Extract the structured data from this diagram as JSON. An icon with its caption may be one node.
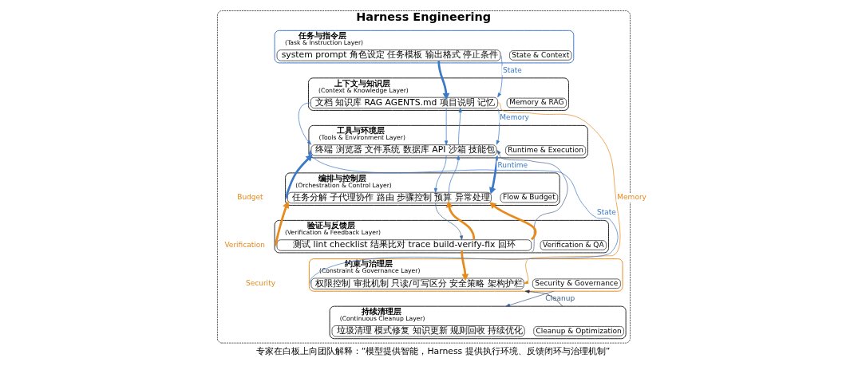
{
  "diagram": {
    "caption": "专家在白板上向团队解释：“模型提供智能，Harness 提供执行环境、反馈闭环与治理机制”",
    "nodes": [
      {
        "text": [
          "Harness Engineering"
        ]
      },
      {
        "text": [
          "任务与指令层",
          "(Task & Instruction Layer)"
        ],
        "in": 0
      },
      {
        "text": [
          "system prompt 角色设定 任务模板 输出格式 停止条件"
        ],
        "in": 1
      },
      {
        "text": [
          "State & Context"
        ],
        "in": 1
      },
      {
        "text": [
          "上下文与知识层",
          "(Context & Knowledge Layer)"
        ],
        "in": 0
      },
      {
        "text": [
          "文档 知识库 RAG AGENTS.md 项目说明 记忆"
        ],
        "in": 4
      },
      {
        "text": [
          "Memory & RAG"
        ],
        "in": 4
      },
      {
        "text": [
          "工具与环境层",
          "(Tools & Environment Layer)"
        ],
        "in": 0
      },
      {
        "text": [
          "终端 浏览器 文件系统 数据库 API 沙箱 技能包"
        ],
        "in": 7
      },
      {
        "text": [
          "Runtime & Execution"
        ],
        "in": 7
      },
      {
        "text": [
          "编排与控制层",
          "(Orchestration & Control Layer)"
        ],
        "in": 0
      },
      {
        "text": [
          "任务分解 子代理协作 路由 步骤控制 预算 异常处理"
        ],
        "in": 10
      },
      {
        "text": [
          "Flow & Budget"
        ],
        "in": 10
      },
      {
        "text": [
          "验证与反馈层",
          "(Verification & Feedback Layer)"
        ],
        "in": 0
      },
      {
        "text": [
          "测试 lint checklist 结果比对 trace build-verify-fix 回环"
        ],
        "in": 13
      },
      {
        "text": [
          "Verification & QA"
        ],
        "in": 13
      },
      {
        "text": [
          "约束与治理层",
          "(Constraint & Governance Layer)"
        ],
        "in": 0
      },
      {
        "text": [
          "权限控制 审批机制 只读/可写区分 安全策略 架构护栏"
        ],
        "in": 16
      },
      {
        "text": [
          "Security & Governance"
        ],
        "in": 16
      },
      {
        "text": [
          "持续清理层",
          "(Continuous Cleanup Layer)"
        ],
        "in": 0
      },
      {
        "text": [
          "垃圾清理 模式修复 知识更新 规则回收 持续优化"
        ],
        "in": 19
      },
      {
        "text": [
          "Cleanup & Optimization"
        ],
        "in": 19
      }
    ],
    "edges": [
      {
        "from": 2,
        "to": 5,
        "arrow": "to",
        "style": "thick"
      },
      {
        "from": 2,
        "to": 5,
        "arrow": "to",
        "label": "State"
      },
      {
        "from": 5,
        "to": 8,
        "arrow": "to"
      },
      {
        "from": 5,
        "to": 8,
        "arrow": "to"
      },
      {
        "from": 8,
        "to": 5,
        "arrow": "to"
      },
      {
        "from": 5,
        "to": 8,
        "arrow": "to",
        "label": "Memory"
      },
      {
        "from": 5,
        "to": 17,
        "arrow": "to",
        "label": "Memory",
        "color": "#e8891c"
      },
      {
        "from": 17,
        "to": 8,
        "arrow": "to",
        "label": "State"
      },
      {
        "from": 8,
        "to": 11,
        "arrow": "to"
      },
      {
        "from": 11,
        "to": 8,
        "arrow": "to"
      },
      {
        "from": 11,
        "to": 8,
        "arrow": "to",
        "style": "thick"
      },
      {
        "from": 8,
        "to": 11,
        "arrow": "to",
        "label": "Runtime",
        "style": "thick"
      },
      {
        "from": 14,
        "to": 8,
        "arrow": "to",
        "color": "#4a6790"
      },
      {
        "from": 11,
        "to": 14,
        "arrow": "to",
        "color": "#4a6790"
      },
      {
        "from": 14,
        "to": 11,
        "arrow": "to",
        "style": "thick",
        "color": "#e8891c"
      },
      {
        "from": 14,
        "to": 11,
        "arrow": "to",
        "style": "thick",
        "color": "#e8891c"
      },
      {
        "from": 14,
        "to": 11,
        "arrow": "to",
        "style": "thick",
        "color": "#e8891c"
      },
      {
        "from": 14,
        "to": 17,
        "arrow": "to",
        "style": "thick",
        "color": "#e8891c"
      },
      {
        "from": 16,
        "to": 19,
        "arrow": "to",
        "label": "Cleanup",
        "color": "#3f5f8a"
      },
      {
        "from": 19,
        "to": 16,
        "arrow": "to",
        "color": "#333333"
      }
    ],
    "labels": [
      "Budget",
      "Verification",
      "Security"
    ]
  }
}
